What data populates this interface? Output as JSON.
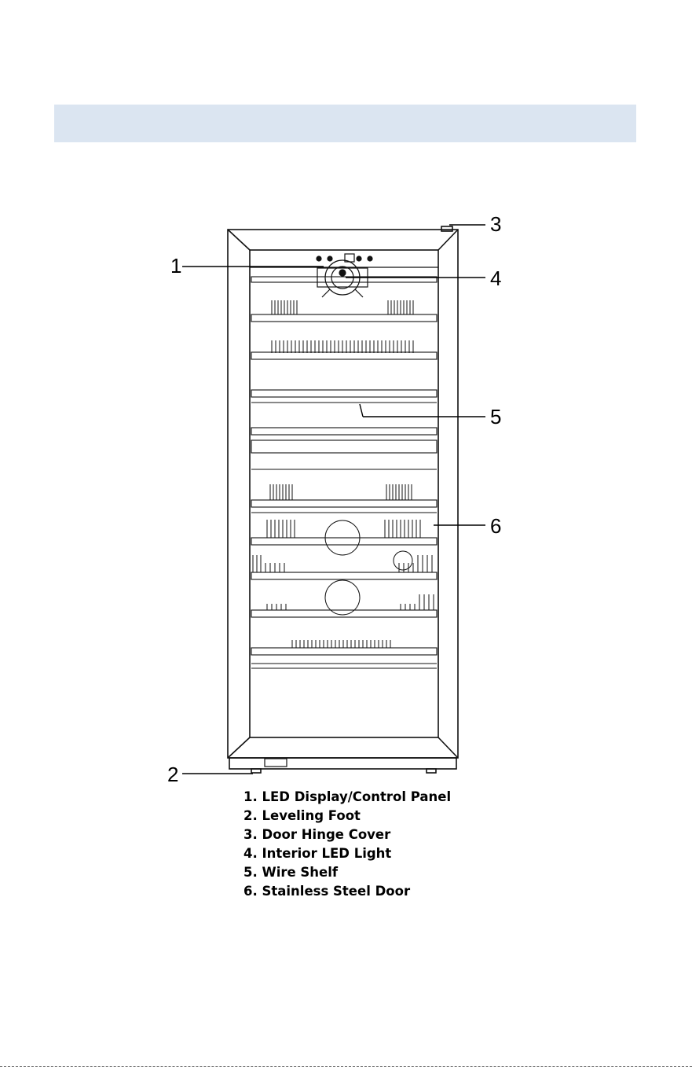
{
  "diagram": {
    "callouts": [
      {
        "id": "1",
        "label": "1"
      },
      {
        "id": "2",
        "label": "2"
      },
      {
        "id": "3",
        "label": "3"
      },
      {
        "id": "4",
        "label": "4"
      },
      {
        "id": "5",
        "label": "5"
      },
      {
        "id": "6",
        "label": "6"
      }
    ],
    "legend": [
      {
        "num": "1",
        "text": "LED Display/Control Panel"
      },
      {
        "num": "2",
        "text": "Leveling Foot"
      },
      {
        "num": "3",
        "text": "Door Hinge Cover"
      },
      {
        "num": "4",
        "text": "Interior LED Light"
      },
      {
        "num": "5",
        "text": "Wire Shelf"
      },
      {
        "num": "6",
        "text": "Stainless Steel Door"
      }
    ]
  },
  "colors": {
    "header_bar": "#dbe5f1",
    "line": "#000000"
  }
}
